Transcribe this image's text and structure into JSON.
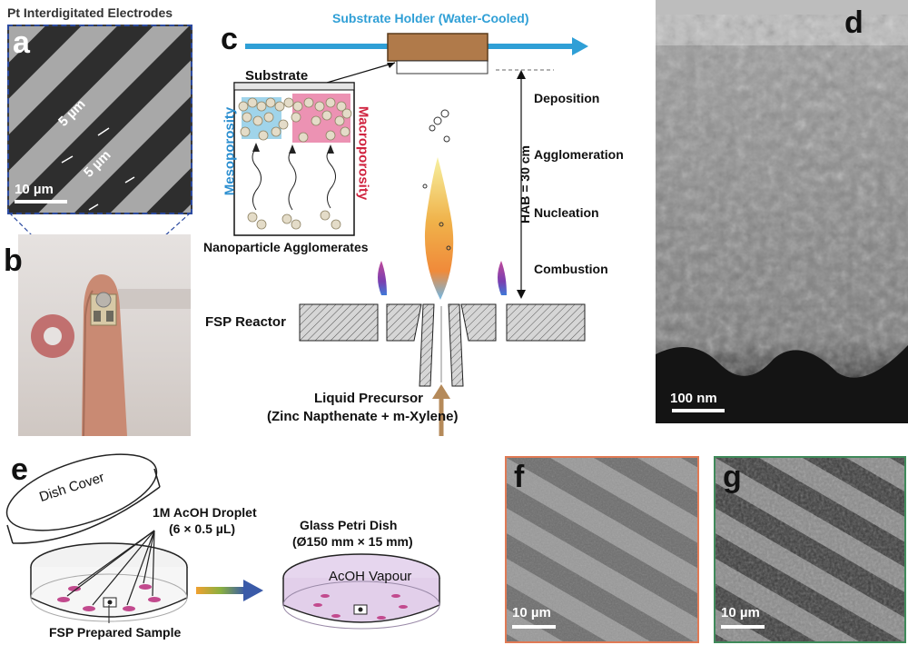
{
  "panel_labels": {
    "a": "a",
    "b": "b",
    "c": "c",
    "d": "d",
    "e": "e",
    "f": "f",
    "g": "g"
  },
  "panel_a": {
    "title": "Pt Interdigitated Electrodes",
    "gap_label_1": "5 µm",
    "gap_label_2": "5 µm",
    "scale": "10 µm"
  },
  "panel_c": {
    "substrate_holder": "Substrate Holder (Water-Cooled)",
    "substrate": "Substrate",
    "mesoporosity": "Mesoporosity",
    "macroporosity": "Macroporosity",
    "agglomerates": "Nanoparticle Agglomerates",
    "deposition": "Deposition",
    "agglomeration": "Agglomeration",
    "nucleation": "Nucleation",
    "combustion": "Combustion",
    "hab": "HAB = 30 cm",
    "reactor": "FSP Reactor",
    "precursor_line1": "Liquid Precursor",
    "precursor_line2": "(Zinc Napthenate + m-Xylene)",
    "colors": {
      "holder_arrow": "#2f9fd6",
      "holder_block": "#b07a4a",
      "meso": "#2c8fd0",
      "macro": "#d0233f",
      "precursor_arrow": "#b58a5a"
    }
  },
  "panel_d": {
    "scale": "100 nm"
  },
  "panel_e": {
    "dish_cover": "Dish Cover",
    "droplet_line1": "1M AcOH Droplet",
    "droplet_line2": "(6 × 0.5 µL)",
    "sample": "FSP Prepared Sample",
    "petri_line1": "Glass Petri Dish",
    "petri_line2": "(Ø150 mm × 15 mm)",
    "vapour": "AcOH Vapour"
  },
  "panel_f": {
    "scale": "10 µm",
    "border_color": "#e07a55"
  },
  "panel_g": {
    "scale": "10 µm",
    "border_color": "#3f8a5a"
  }
}
